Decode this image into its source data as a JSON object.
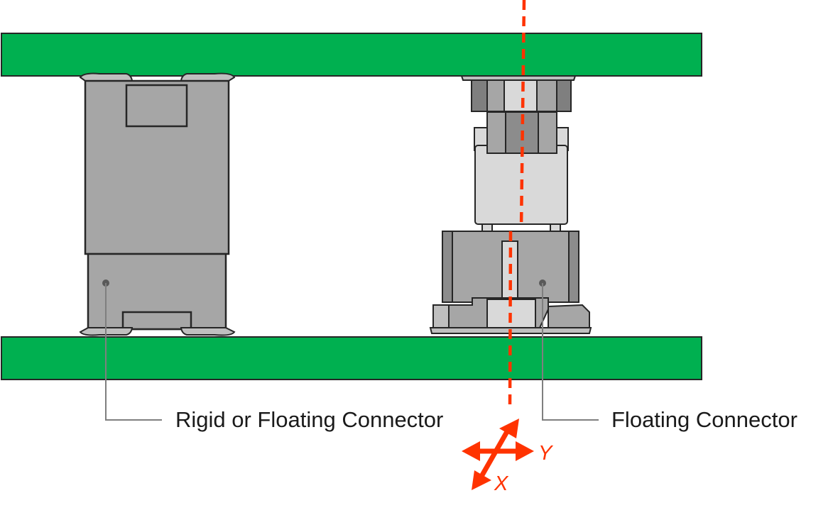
{
  "labels": {
    "left_connector": "Rigid or Floating Connector",
    "right_connector": "Floating Connector"
  },
  "axes": {
    "x": "X",
    "y": "Y"
  },
  "colors": {
    "pcb": "#00b050",
    "connector_dark": "#a6a6a6",
    "connector_light": "#d9d9d9",
    "outline": "#262626",
    "axis": "#ff3300",
    "leader": "#7f7f7f"
  }
}
